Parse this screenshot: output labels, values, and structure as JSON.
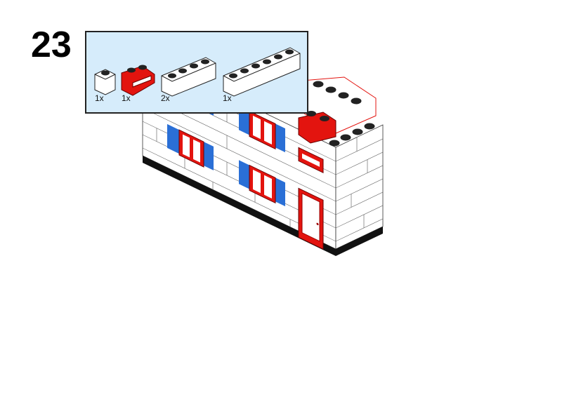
{
  "step": {
    "number": "23"
  },
  "parts_list": {
    "items": [
      {
        "part": "brick-1x1",
        "color": "white",
        "qty": "1x"
      },
      {
        "part": "window-1x2",
        "color": "red",
        "qty": "1x"
      },
      {
        "part": "brick-1x4",
        "color": "white",
        "qty": "2x"
      },
      {
        "part": "brick-1x6",
        "color": "white",
        "qty": "1x"
      }
    ]
  },
  "colors": {
    "red": "#e3140f",
    "blue": "#2a6fd6",
    "panel_bg": "#d6ecfb"
  }
}
